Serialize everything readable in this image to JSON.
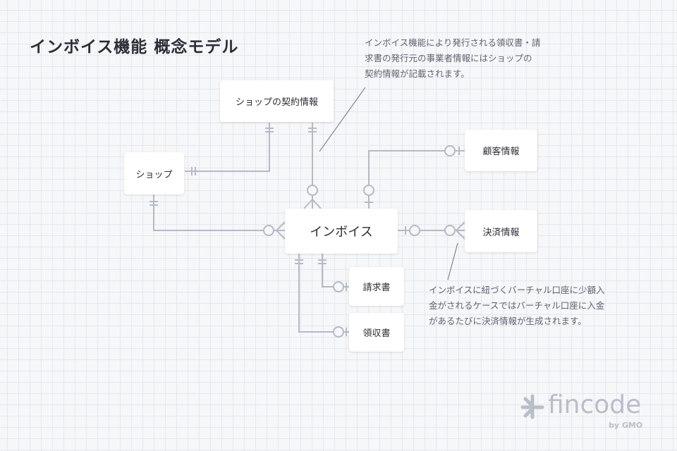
{
  "title": "インボイス機能 概念モデル",
  "entities": {
    "contract": "ショップの契約情報",
    "shop": "ショップ",
    "invoice": "インボイス",
    "customer": "顧客情報",
    "payment": "決済情報",
    "bill": "請求書",
    "receipt": "領収書"
  },
  "notes": {
    "contract": [
      "インボイス機能により発行される領収書・請",
      "求書の発行元の事業者情報にはショップの",
      "契約情報が記載されます。"
    ],
    "payment": [
      "インボイスに紐づくバーチャル口座に少額入",
      "金がされるケースではバーチャル口座に入金",
      "があるたびに決済情報が生成されます。"
    ]
  },
  "logo": {
    "name": "fincode",
    "by": "by GMO"
  },
  "colors": {
    "line": "#b4bac6",
    "text": "#2b2f36"
  }
}
